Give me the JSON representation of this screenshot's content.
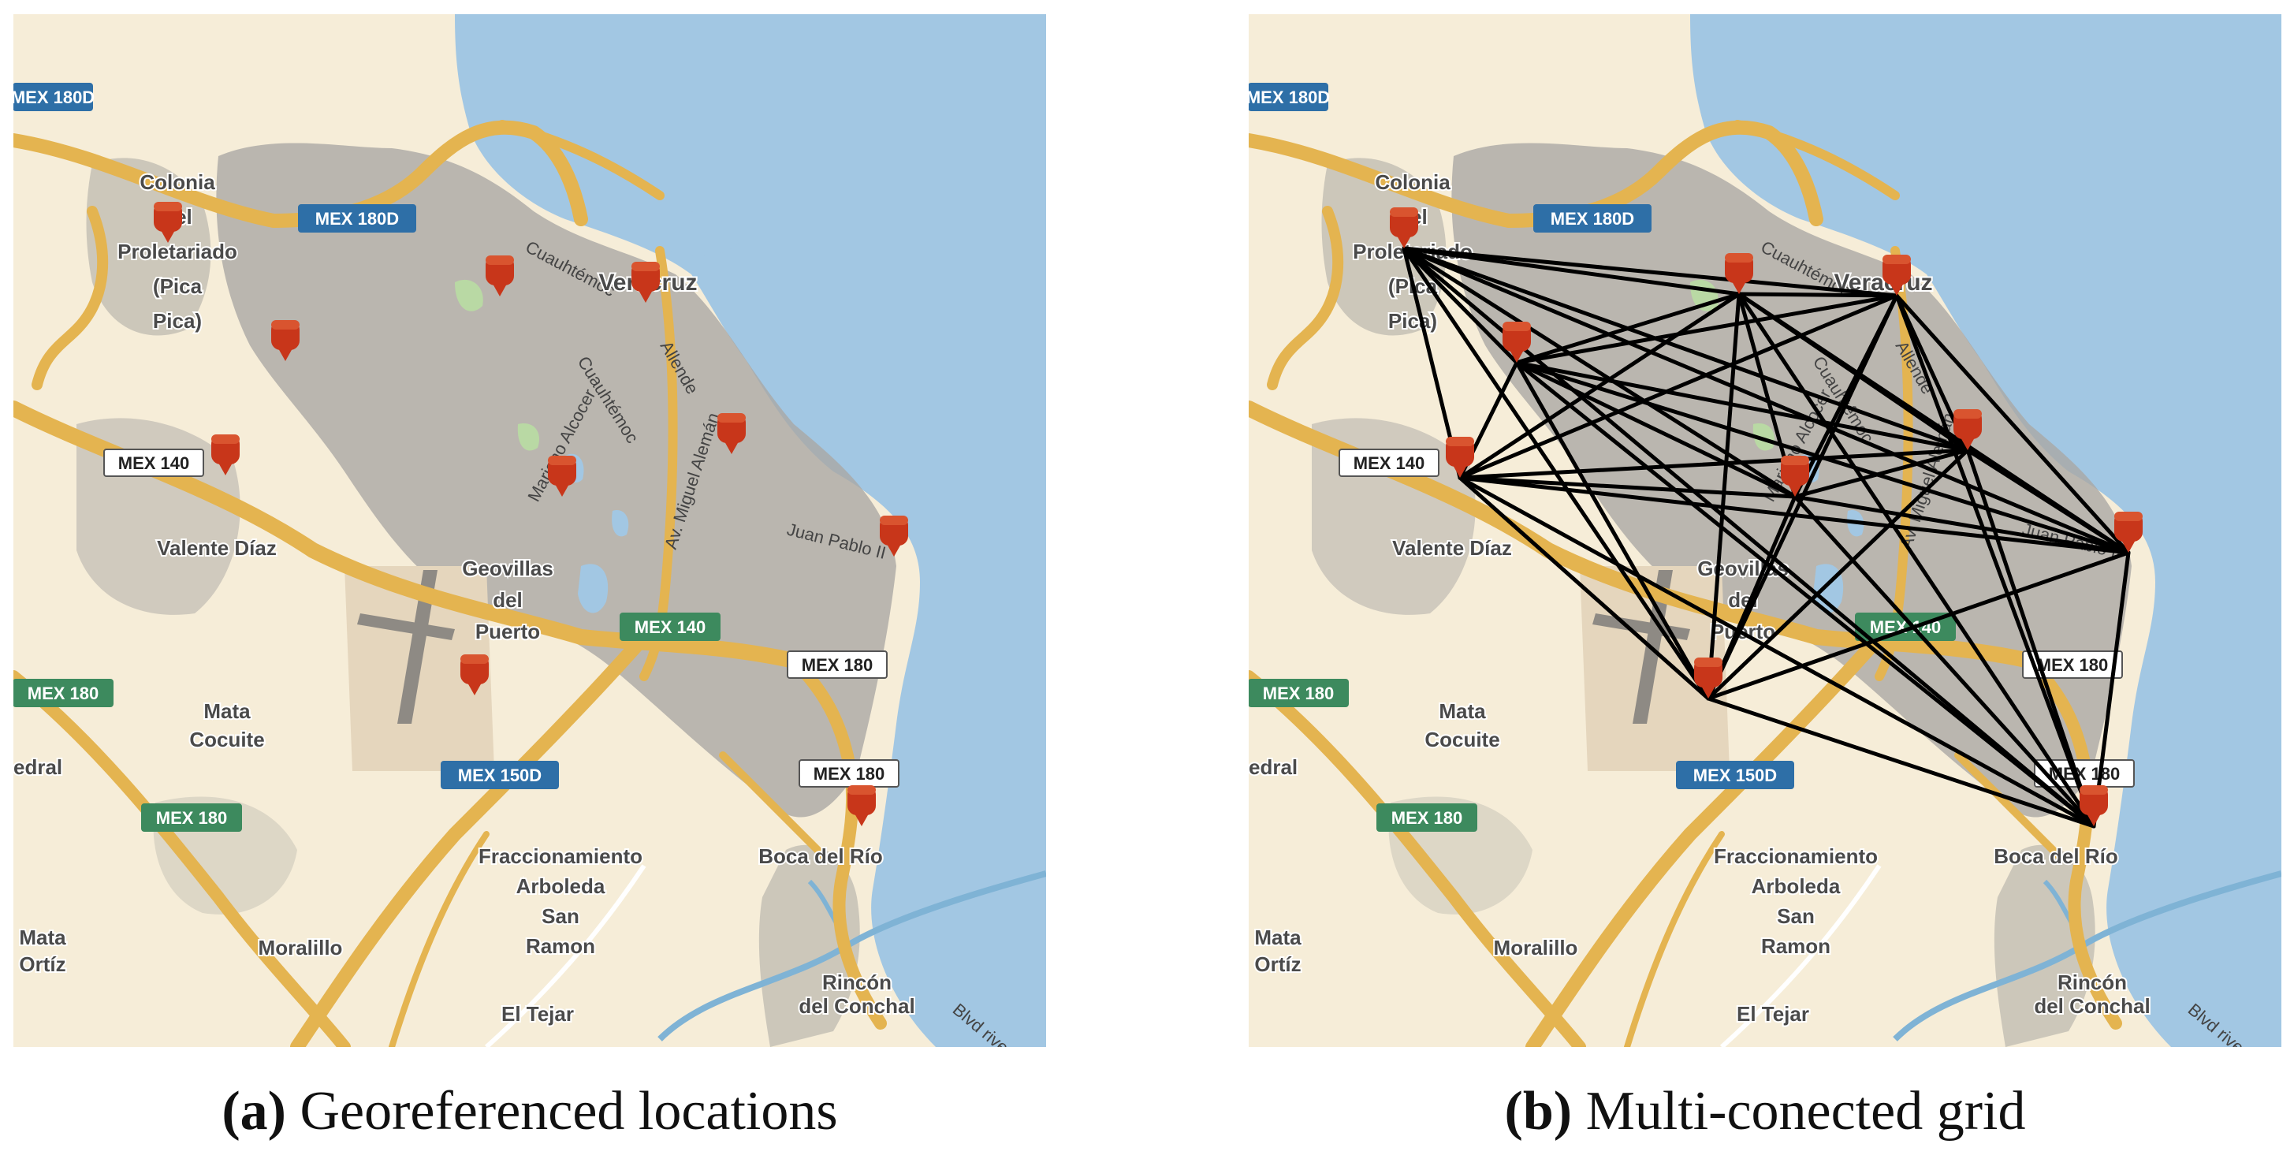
{
  "colors": {
    "land": "#f6edd8",
    "water": "#a2c7e3",
    "urban": "#a9a7a3",
    "road": "#e4b450",
    "marker": "#c8361a",
    "edge": "#000000"
  },
  "map_labels": {
    "shields": [
      {
        "id": "mex180d-a",
        "text": "MEX 180D",
        "style": "blue"
      },
      {
        "id": "mex180d-b",
        "text": "MEX 180D",
        "style": "blue"
      },
      {
        "id": "mex140-a",
        "text": "MEX 140",
        "style": "white"
      },
      {
        "id": "mex140-b",
        "text": "MEX 140",
        "style": "green"
      },
      {
        "id": "mex180-a",
        "text": "MEX 180",
        "style": "white"
      },
      {
        "id": "mex180-b",
        "text": "MEX 180",
        "style": "green"
      },
      {
        "id": "mex180-c",
        "text": "MEX 180",
        "style": "green"
      },
      {
        "id": "mex180-d",
        "text": "MEX 180",
        "style": "white"
      },
      {
        "id": "mex150d",
        "text": "MEX 150D",
        "style": "blue"
      }
    ],
    "places": [
      {
        "id": "colonia",
        "lines": [
          "Colonia",
          "del",
          "Proletariado",
          "(Pica",
          "Pica)"
        ]
      },
      {
        "id": "veracruz",
        "lines": [
          "Veracruz"
        ]
      },
      {
        "id": "valente",
        "lines": [
          "Valente Díaz"
        ]
      },
      {
        "id": "geovillas",
        "lines": [
          "Geovillas",
          "del",
          "Puerto"
        ]
      },
      {
        "id": "mata-cocuite",
        "lines": [
          "Mata",
          "Cocuite"
        ]
      },
      {
        "id": "fraccionamiento",
        "lines": [
          "Fraccionamiento",
          "Arboleda",
          "San",
          "Ramon"
        ]
      },
      {
        "id": "boca",
        "lines": [
          "Boca del Río"
        ]
      },
      {
        "id": "mata-ortiz",
        "lines": [
          "Mata",
          "Ortíz"
        ]
      },
      {
        "id": "moralillo",
        "lines": [
          "Moralillo"
        ]
      },
      {
        "id": "el-tejar",
        "lines": [
          "El Tejar"
        ]
      },
      {
        "id": "rincon",
        "lines": [
          "Rincón",
          "del Conchal"
        ]
      },
      {
        "id": "edral",
        "lines": [
          "edral"
        ]
      }
    ],
    "streets": [
      {
        "id": "cuauhtemoc-1",
        "text": "Cuauhtémoc"
      },
      {
        "id": "cuauhtemoc-2",
        "text": "Cuauhtémoc"
      },
      {
        "id": "allende",
        "text": "Allende"
      },
      {
        "id": "mariano",
        "text": "Mariano Alcocer"
      },
      {
        "id": "miguel",
        "text": "Av. Miguel Alemán"
      },
      {
        "id": "juan-pablo",
        "text": "Juan Pablo II"
      },
      {
        "id": "blvd",
        "text": "Blvd river"
      }
    ]
  },
  "panel_a": {
    "caption_letter": "(a)",
    "caption_text": " Georeferenced locations",
    "markers": [
      "loc-1",
      "loc-2",
      "loc-3",
      "loc-4",
      "loc-5",
      "loc-6",
      "loc-7",
      "loc-8",
      "loc-9",
      "loc-10"
    ]
  },
  "panel_b": {
    "caption_letter": "(b)",
    "caption_text": " Multi-conected grid",
    "nodes": [
      "n1",
      "n2",
      "n3",
      "n4",
      "n5",
      "n6",
      "n7",
      "n8",
      "n9",
      "n10"
    ],
    "connectivity": "complete"
  }
}
